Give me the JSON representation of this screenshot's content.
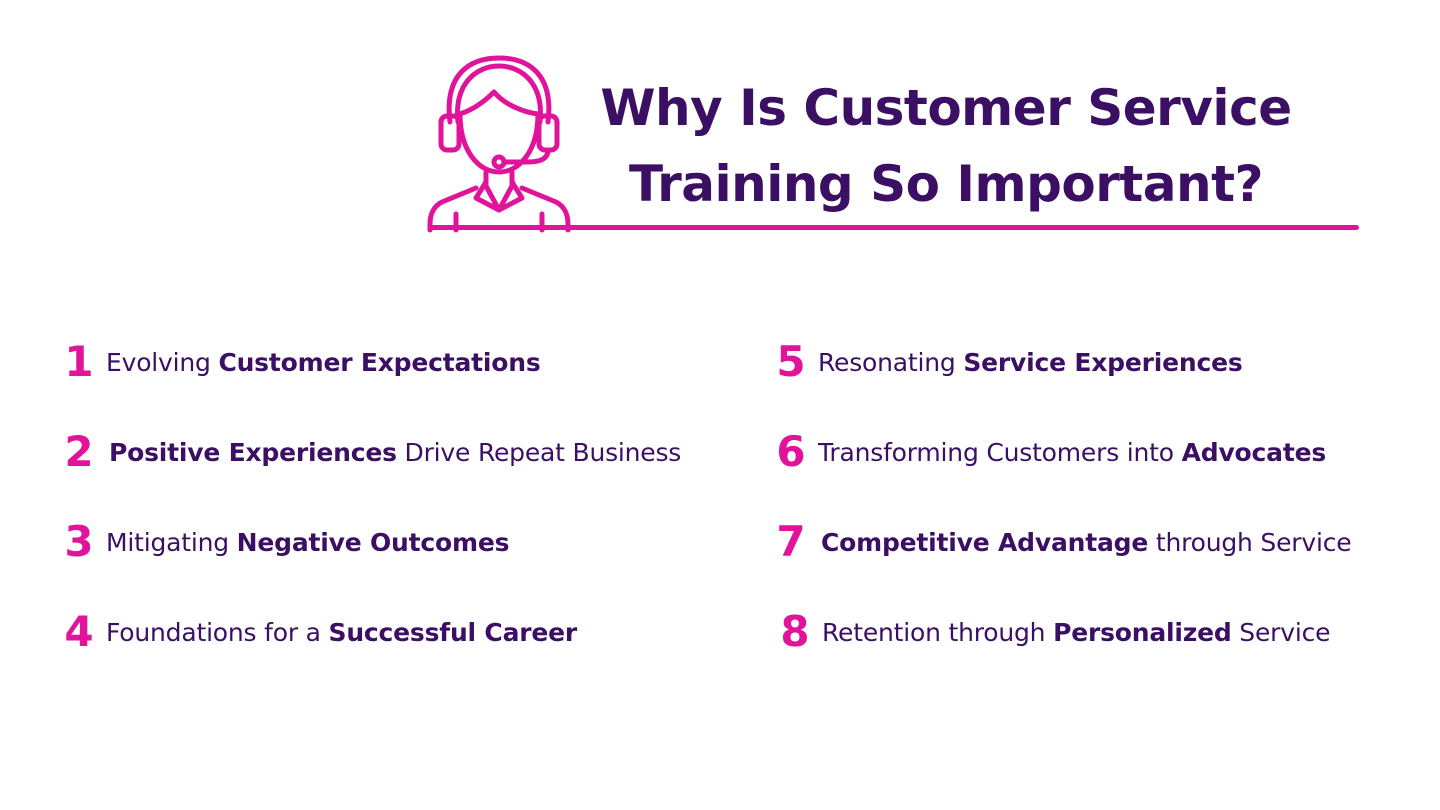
{
  "header": {
    "title_line1": "Why Is Customer Service",
    "title_line2": "Training So Important?",
    "icon": "customer-service-agent-headset-icon"
  },
  "colors": {
    "accent": "#e0139a",
    "text": "#3b0f63",
    "background": "#ffffff"
  },
  "items": [
    {
      "number": "1",
      "pre": "Evolving ",
      "bold": "Customer Expectations",
      "post": ""
    },
    {
      "number": "2",
      "pre": "",
      "bold": "Positive Experiences",
      "post": " Drive Repeat Business"
    },
    {
      "number": "3",
      "pre": "Mitigating ",
      "bold": "Negative Outcomes",
      "post": ""
    },
    {
      "number": "4",
      "pre": "Foundations for a ",
      "bold": "Successful Career",
      "post": ""
    },
    {
      "number": "5",
      "pre": "Resonating ",
      "bold": "Service Experiences",
      "post": ""
    },
    {
      "number": "6",
      "pre": "Transforming Customers into ",
      "bold": "Advocates",
      "post": ""
    },
    {
      "number": "7",
      "pre": "",
      "bold": "Competitive Advantage",
      "post": " through Service"
    },
    {
      "number": "8",
      "pre": "Retention through ",
      "bold": "Personalized",
      "post": " Service"
    }
  ]
}
